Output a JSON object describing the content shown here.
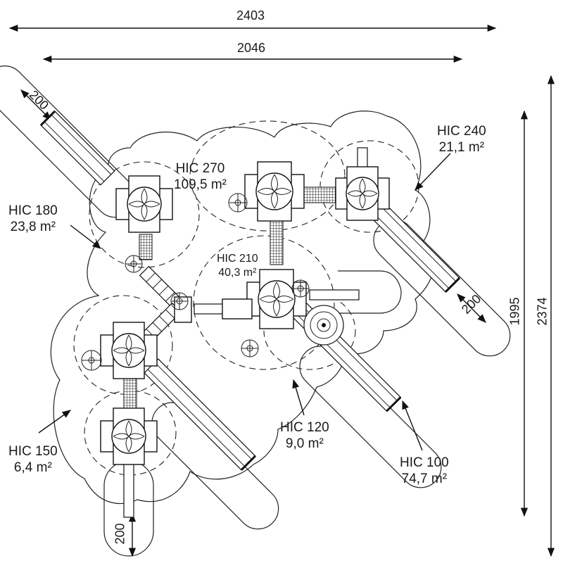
{
  "dimensions": {
    "overall_width": "2403",
    "inner_width": "2046",
    "inner_height": "1995",
    "overall_height": "2374",
    "slide_clearance_top_left": "200",
    "slide_clearance_right": "200",
    "slide_clearance_bottom": "200"
  },
  "zones": [
    {
      "id": "HIC 270",
      "area": "109,5 m²"
    },
    {
      "id": "HIC 240",
      "area": "21,1 m²"
    },
    {
      "id": "HIC 180",
      "area": "23,8 m²"
    },
    {
      "id": "HIC 210",
      "area": "40,3 m²"
    },
    {
      "id": "HIC 150",
      "area": "6,4 m²"
    },
    {
      "id": "HIC 120",
      "area": "9,0 m²"
    },
    {
      "id": "HIC 100",
      "area": "74,7 m²"
    }
  ]
}
